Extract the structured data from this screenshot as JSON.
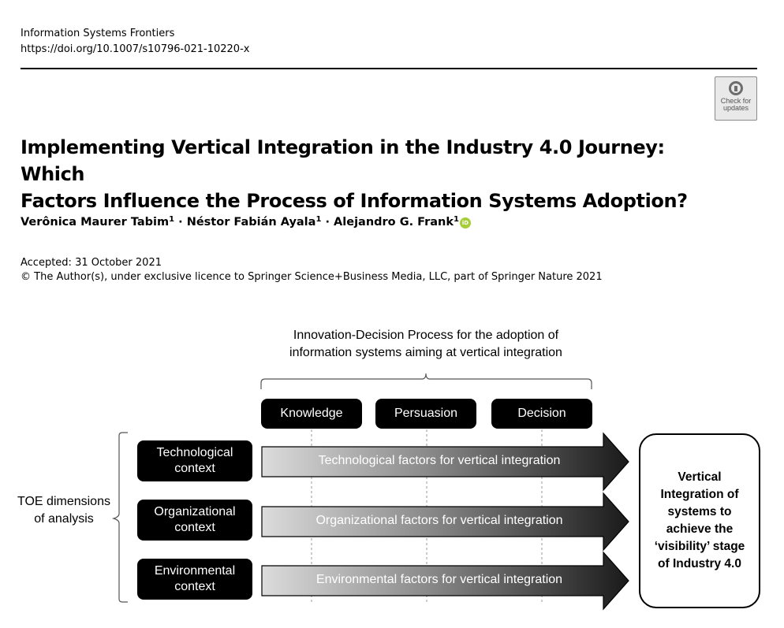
{
  "header": {
    "journal": "Information Systems Frontiers",
    "doi": "https://doi.org/10.1007/s10796-021-10220-x",
    "badge_line1": "Check for",
    "badge_line2": "updates"
  },
  "article": {
    "title_line1": "Implementing Vertical Integration in the Industry 4.0 Journey: Which",
    "title_line2": "Factors Influence the Process of Information Systems Adoption?",
    "authors": [
      {
        "name": "Verônica Maurer Tabim",
        "affil": "1"
      },
      {
        "name": "Néstor Fabián Ayala",
        "affil": "1"
      },
      {
        "name": "Alejandro G. Frank",
        "affil": "1"
      }
    ],
    "separator": "·",
    "orcid_label": "iD",
    "accepted": "Accepted: 31 October 2021",
    "copyright": "© The Author(s), under exclusive licence to Springer Science+Business Media, LLC, part of Springer Nature 2021"
  },
  "figure": {
    "process_title_line1": "Innovation-Decision Process for the adoption of",
    "process_title_line2": "information systems aiming at vertical integration",
    "stages": [
      "Knowledge",
      "Persuasion",
      "Decision"
    ],
    "toe_label_line1": "TOE dimensions",
    "toe_label_line2": "of analysis",
    "contexts": [
      {
        "line1": "Technological",
        "line2": "context",
        "factor": "Technological factors for vertical integration"
      },
      {
        "line1": "Organizational",
        "line2": "context",
        "factor": "Organizational factors for vertical integration"
      },
      {
        "line1": "Environmental",
        "line2": "context",
        "factor": "Environmental factors for vertical integration"
      }
    ],
    "result_lines": [
      "Vertical",
      "Integration of",
      "systems to",
      "achieve the",
      "‘visibility’ stage",
      "of Industry 4.0"
    ]
  }
}
